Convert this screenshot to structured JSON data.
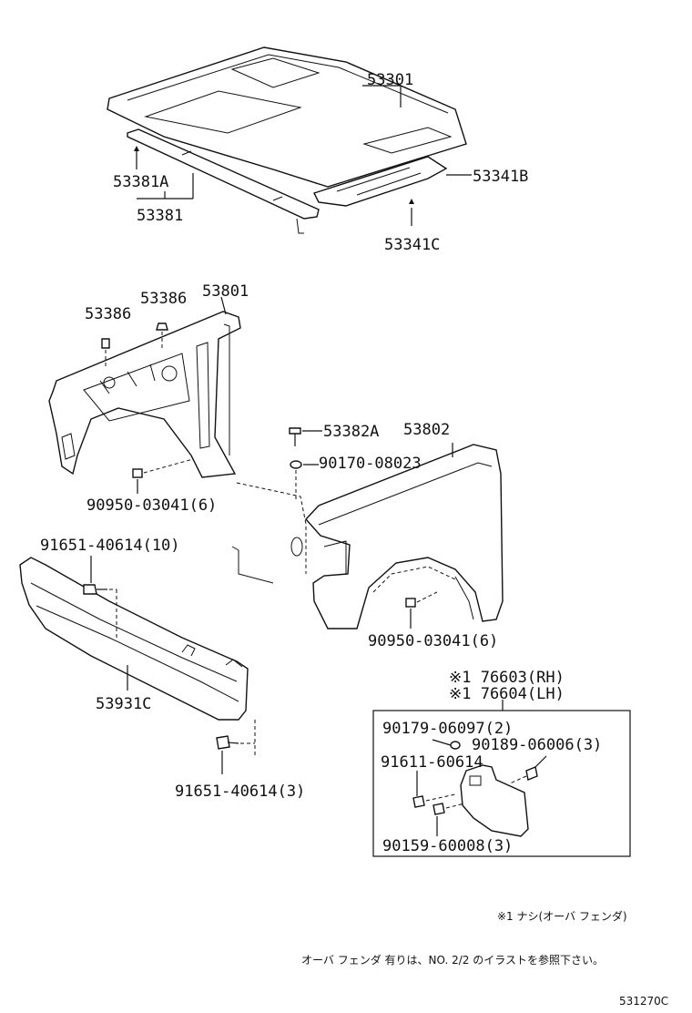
{
  "parts": {
    "p53301": "53301",
    "p53341B": "53341B",
    "p53381A": "53381A",
    "p53381": "53381",
    "p53341C": "53341C",
    "p53386a": "53386",
    "p53386b": "53386",
    "p53801": "53801",
    "p53382A": "53382A",
    "p53802": "53802",
    "p90170": "90170-08023",
    "p90950a": "90950-03041(6)",
    "p91651a": "91651-40614(10)",
    "p90950b": "90950-03041(6)",
    "p53931C": "53931C",
    "p91651b": "91651-40614(3)",
    "p76603": "※1 76603(RH)",
    "p76604": "※1 76604(LH)",
    "p90179": "90179-06097(2)",
    "p90189": "90189-06006(3)",
    "p91611": "91611-60614",
    "p90159": "90159-60008(3)"
  },
  "notes": {
    "note1": "※1 ナシ(オーバ フェンダ)",
    "note2": "オーバ フェンダ 有りは、NO. 2/2 のイラストを参照下さい。",
    "code": "531270C"
  }
}
